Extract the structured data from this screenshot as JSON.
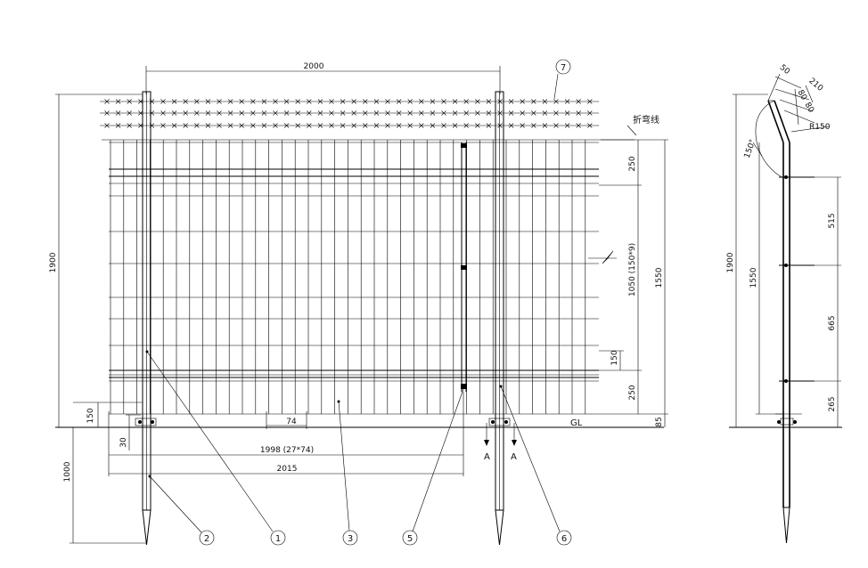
{
  "front_view": {
    "dims": {
      "top_width": "2000",
      "total_height": "1900",
      "h250_top": "250",
      "h1050": "1050 (150*9)",
      "h1550": "1550",
      "h150_side": "150",
      "h250_bottom": "250",
      "h85": "85",
      "h150_left": "150",
      "w30": "30",
      "w74": "74",
      "w1998": "1998 (27*74)",
      "w2015": "2015",
      "h1000": "1000"
    },
    "labels": {
      "fold_line": "折弯线",
      "ground": "GL",
      "section_a_left": "A",
      "section_a_right": "A"
    },
    "callouts": [
      "1",
      "2",
      "3",
      "5",
      "6",
      "7"
    ]
  },
  "side_view": {
    "dims": {
      "d50": "50",
      "d210": "210",
      "d80a": "80",
      "d80b": "80",
      "r150": "R150",
      "angle": "150°",
      "total_height": "1900",
      "h1550": "1550",
      "h515": "515",
      "h665": "665",
      "h265": "265"
    }
  }
}
